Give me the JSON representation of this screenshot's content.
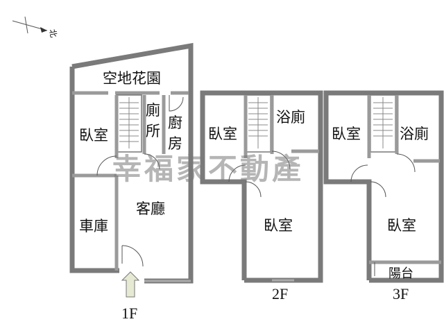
{
  "compass": {
    "label": "北"
  },
  "watermark": {
    "text": "幸福家不動產"
  },
  "floors": [
    {
      "id": "1F",
      "label": "1F",
      "rooms": [
        "空地花園",
        "臥室",
        "廁",
        "所",
        "廚",
        "房",
        "車庫",
        "客廳"
      ]
    },
    {
      "id": "2F",
      "label": "2F",
      "rooms": [
        "臥室",
        "浴廁",
        "臥室"
      ]
    },
    {
      "id": "3F",
      "label": "3F",
      "rooms": [
        "臥室",
        "浴廁",
        "臥室",
        "陽台"
      ]
    }
  ],
  "colors": {
    "wall": "#7a7a7a",
    "entrance_arrow": "#e6ead2",
    "watermark": "#787878"
  }
}
